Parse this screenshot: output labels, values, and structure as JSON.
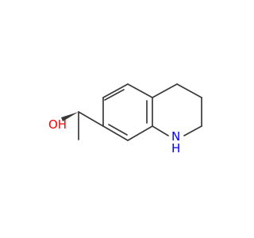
{
  "molecule": {
    "labels": {
      "hydroxyl": "OH",
      "amine_n": "N",
      "amine_h": "H"
    },
    "colors": {
      "bond": "#3a3a3a",
      "oxygen": "#ff0000",
      "nitrogen": "#0000ff"
    }
  }
}
